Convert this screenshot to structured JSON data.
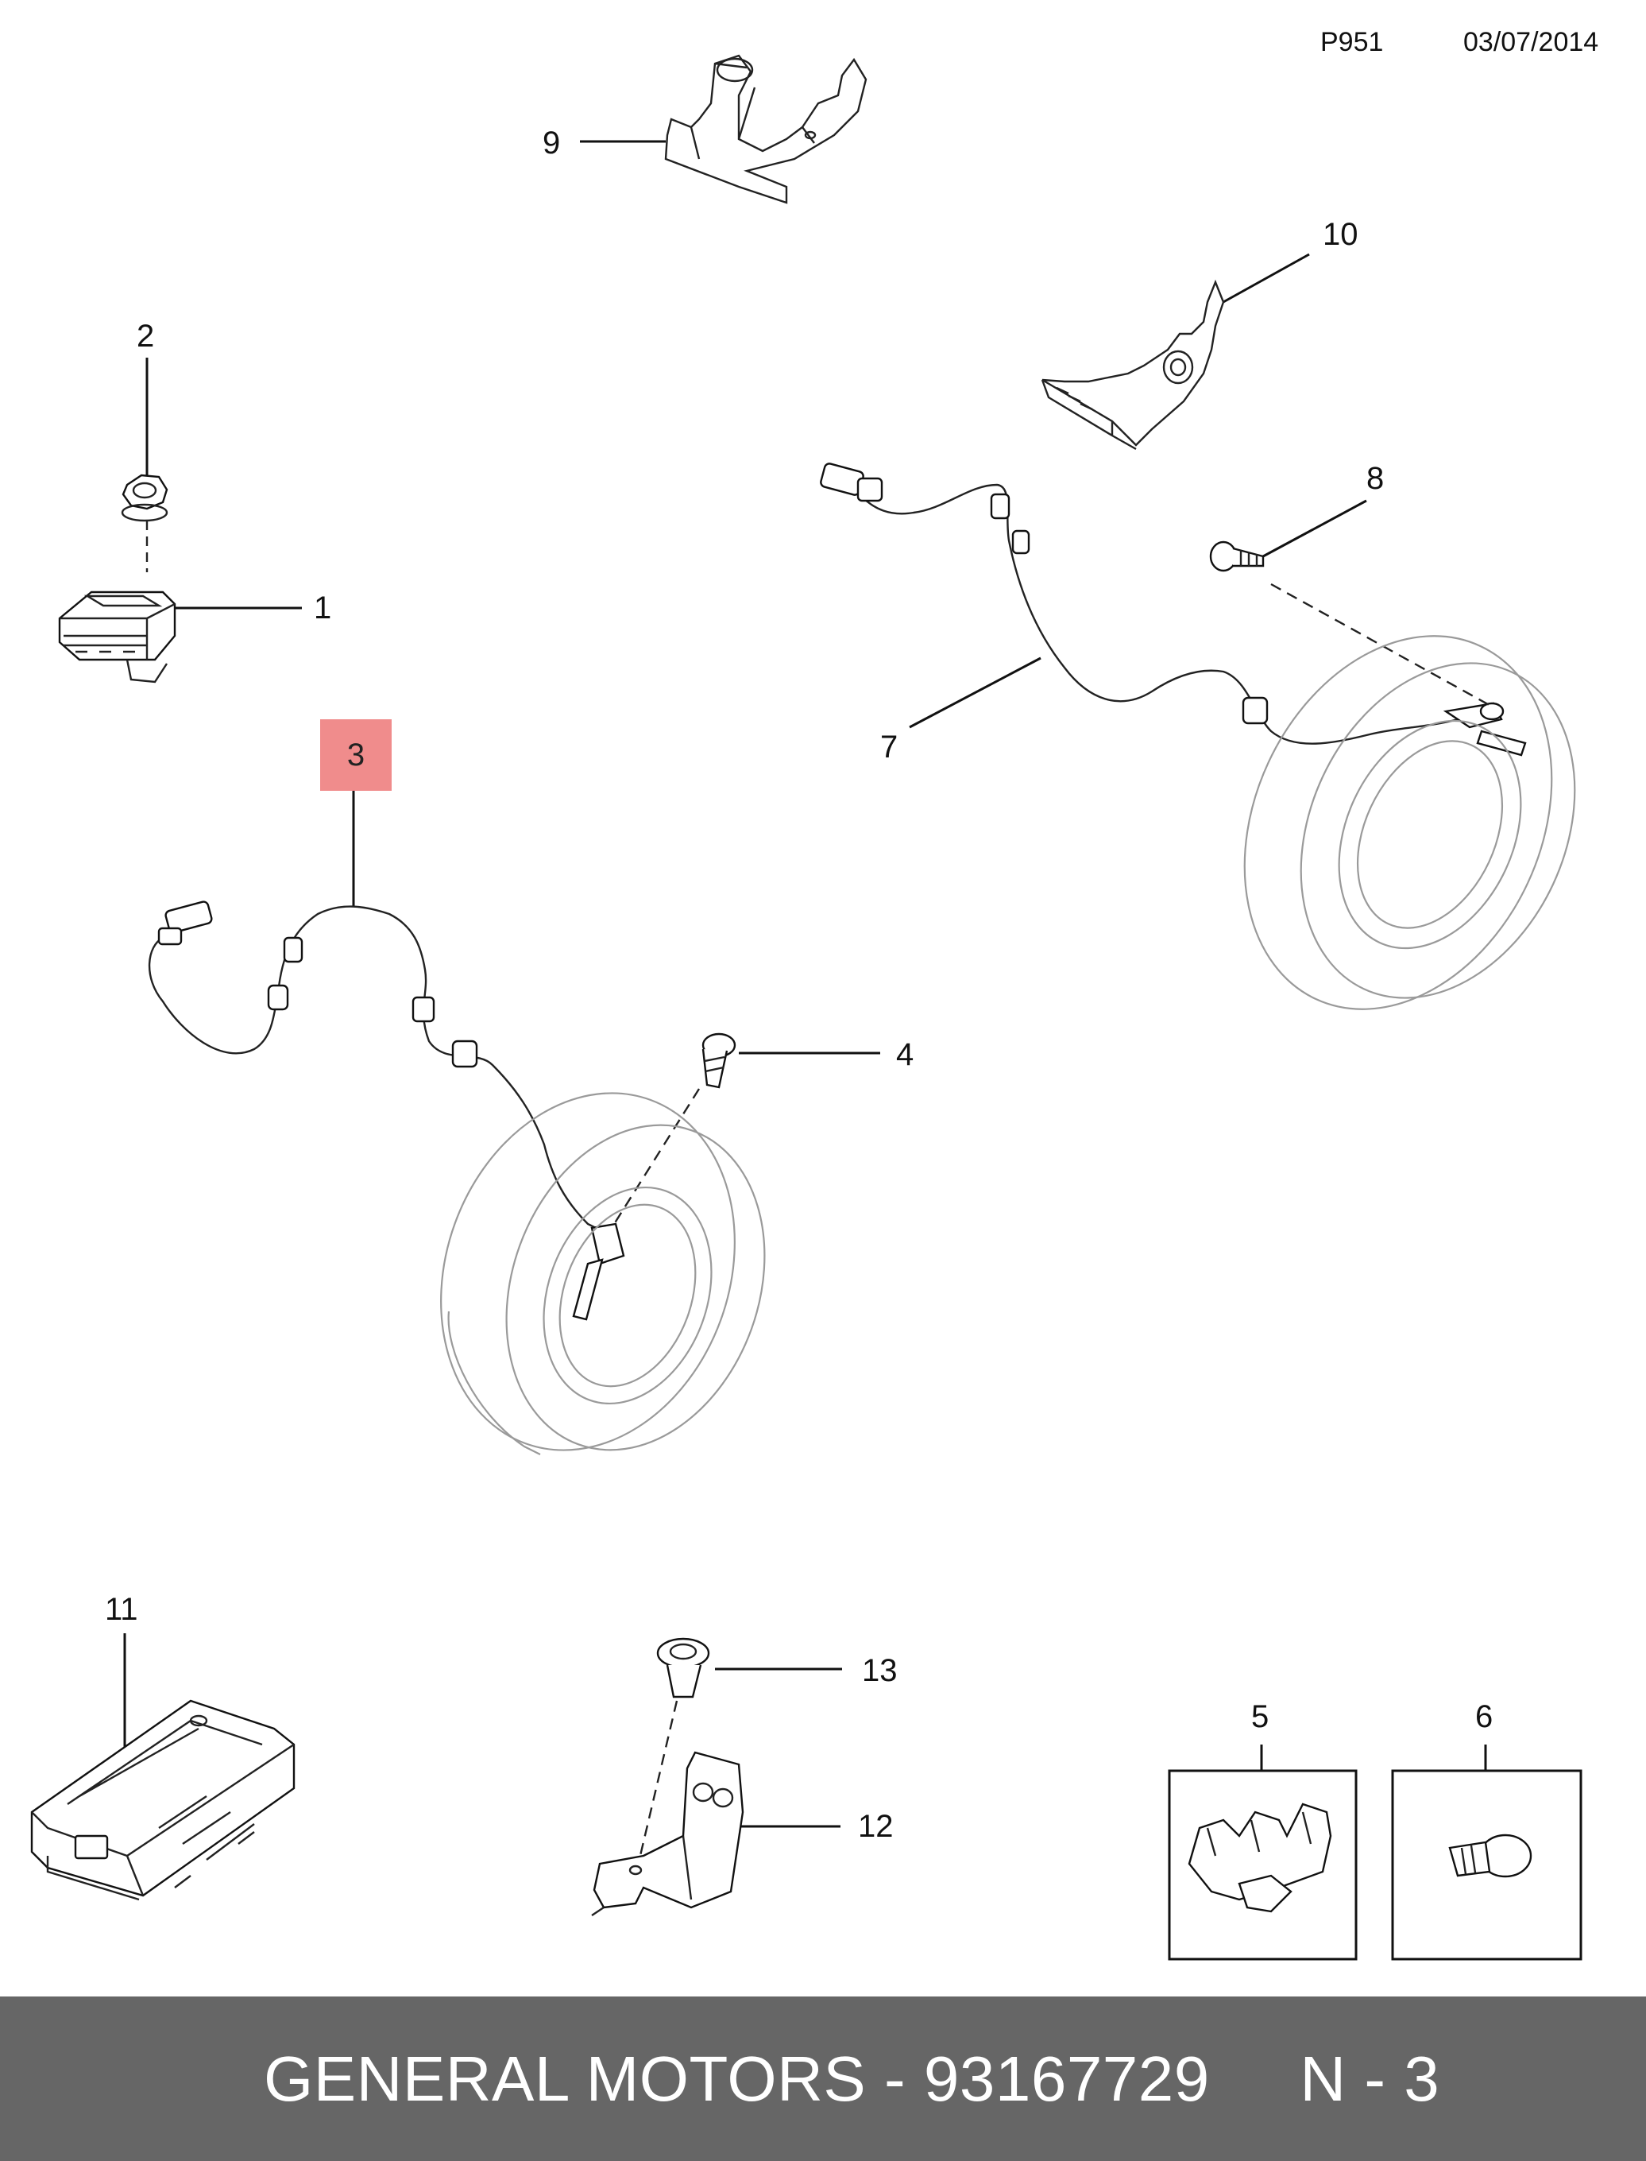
{
  "header": {
    "page_code": "P951",
    "date": "03/07/2014"
  },
  "callouts": {
    "c1": "1",
    "c2": "2",
    "c3": "3",
    "c4": "4",
    "c5": "5",
    "c6": "6",
    "c7": "7",
    "c8": "8",
    "c9": "9",
    "c10": "10",
    "c11": "11",
    "c12": "12",
    "c13": "13"
  },
  "highlighted_callout": "3",
  "colors": {
    "highlight": "#f08c8c",
    "footer_bg": "#666666",
    "footer_text": "#ffffff"
  },
  "footer": {
    "text": "GENERAL MOTORS - 93167729     N - 3"
  }
}
